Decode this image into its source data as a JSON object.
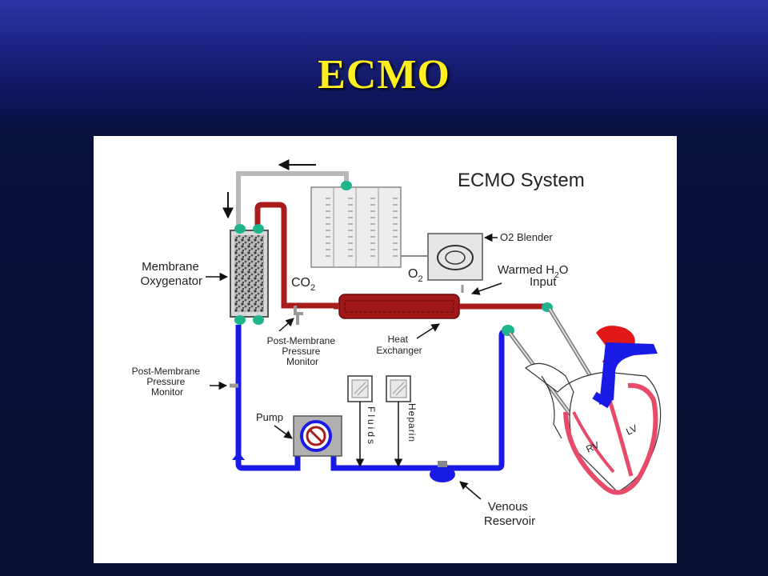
{
  "slide": {
    "title": "ECMO",
    "title_color": "#ffef1f"
  },
  "diagram": {
    "title": "ECMO System",
    "labels": {
      "membrane_oxygenator": [
        "Membrane",
        "Oxygenator"
      ],
      "co2": "CO",
      "co2_sub": "2",
      "o2": "O",
      "o2_sub": "2",
      "o2_blender": "O2 Blender",
      "warmed_h2o": [
        "Warmed H",
        "O"
      ],
      "warmed_h2o_sub": "2",
      "input": "Input",
      "post_membrane_upper": [
        "Post-Membrane",
        "Pressure",
        "Monitor"
      ],
      "heat_exchanger": [
        "Heat",
        "Exchanger"
      ],
      "post_membrane_lower": [
        "Post-Membrane",
        "Pressure",
        "Monitor"
      ],
      "pump": "Pump",
      "fluids": "Fluids",
      "heparin": "Heparin",
      "venous_reservoir": [
        "Venous",
        "Reservoir"
      ],
      "rv": "RV",
      "lv": "LV"
    },
    "colors": {
      "arterial": "#a81c1c",
      "venous": "#1a1ae6",
      "tubing_gray": "#b5b5b5",
      "connector": "#1fb58c",
      "heart": "#e84a6a",
      "aorta": "#e01818"
    }
  }
}
